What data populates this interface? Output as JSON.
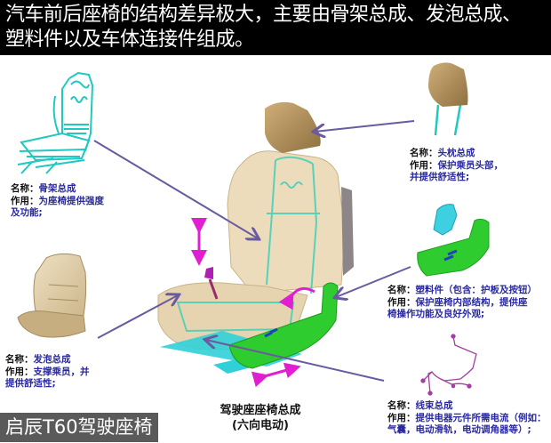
{
  "header": {
    "line1": "汽车前后座椅的结构差异极大，主要由骨架总成、发泡总成、",
    "line2": "塑料件以及车体连接件组成。"
  },
  "components": [
    {
      "id": "frame",
      "icon": "seat-frame-icon",
      "name_key": "名称：",
      "name": "骨架总成",
      "role_key": "作用：",
      "role_line1": "为座椅提供强度",
      "role_line2": "及功能;"
    },
    {
      "id": "headrest",
      "icon": "headrest-icon",
      "name_key": "名称：",
      "name": "头枕总成",
      "role_key": "作用：",
      "role_line1": "保护乘员头部，",
      "role_line2": "并提供舒适性;"
    },
    {
      "id": "plastic",
      "icon": "plastic-trim-icon",
      "name_key": "名称：",
      "name": "塑料件（包含：护板及按钮）",
      "role_key": "作用：",
      "role_line1": "保护座椅内部结构，提供座",
      "role_line2": "椅操作功能及良好外观;"
    },
    {
      "id": "foam",
      "icon": "foam-cushion-icon",
      "name_key": "名称：",
      "name": "发泡总成",
      "role_key": "作用：",
      "role_line1": "支撑乘员，并",
      "role_line2": "提供舒适性;"
    },
    {
      "id": "harness",
      "icon": "wire-harness-icon",
      "name_key": "名称：",
      "name": "线束总成",
      "role_key": "作用：",
      "role_line1": "提供电器元件所需电流（例如：",
      "role_line2": "气囊，电动滑轨，电动调角器等）;"
    }
  ],
  "center": {
    "title": "驾驶座座椅总成",
    "subtitle": "(六向电动)"
  },
  "badge": {
    "text": "启辰T60驾驶座椅"
  },
  "colors": {
    "header_bg": "#000000",
    "leader_line": "#6a5aa0",
    "frame": "#2fd0c8",
    "foam": "#d8c49a",
    "headrest": "#b8965e",
    "plastic": "#22cc22",
    "arrow_magenta": "#e020d0",
    "harness": "#a040a0",
    "badge_bg": "#5a5a5a"
  }
}
